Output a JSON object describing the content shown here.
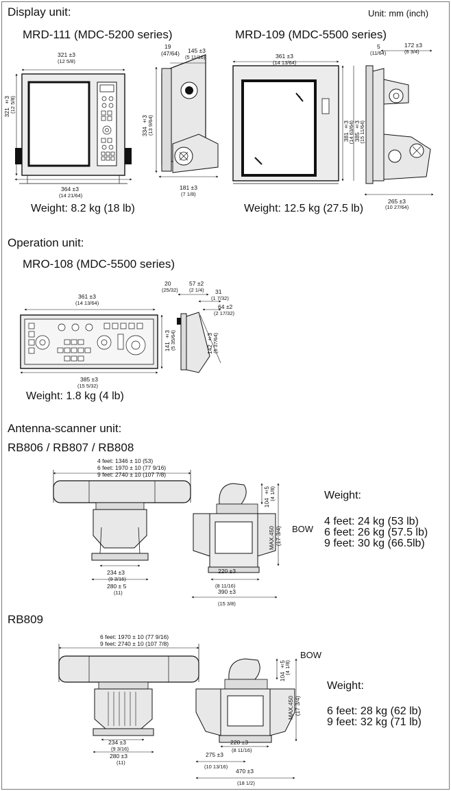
{
  "header": {
    "title": "Display unit:",
    "unit_note": "Unit: mm (inch)"
  },
  "display_unit": {
    "mrd111": {
      "model": "MRD-111 (MDC-5200 series)",
      "width_top": "321 ±3",
      "width_top_in": "(12 5/8)",
      "height_left": "321 ±3",
      "height_left_in": "(12 5/8)",
      "width_bottom": "364 ±3",
      "width_bottom_in": "(14 21/64)",
      "side_top": "19",
      "side_top_in": "(47/64)",
      "side_depth": "145 ±3",
      "side_depth_in": "(5 11/16)",
      "side_height": "334 ±3",
      "side_height_in": "(13 9/64)",
      "side_bottom": "181 ±3",
      "side_bottom_in": "(7 1/8)",
      "weight": "Weight: 8.2 kg (18 lb)"
    },
    "mrd109": {
      "model": "MRD-109 (MDC-5500 series)",
      "width_top": "361 ±3",
      "width_top_in": "(14 13/64)",
      "side_top": "5",
      "side_top_in": "(11/64)",
      "side_depth": "172 ±3",
      "side_depth_in": "(6 3/4)",
      "height_a": "381 ±3",
      "height_a_in": "(14 63/64)",
      "height_b": "385 ±3",
      "height_b_in": "(15 11/64)",
      "side_bottom": "265 ±3",
      "side_bottom_in": "(10 27/64)",
      "weight": "Weight: 12.5 kg (27.5 lb)"
    }
  },
  "operation_unit": {
    "title": "Operation unit:",
    "model": "MRO-108 (MDC-5500 series)",
    "width_top": "361 ±3",
    "width_top_in": "(14 13/64)",
    "width_bottom": "385 ±3",
    "width_bottom_in": "(15 5/32)",
    "height": "141 ±3",
    "height_in": "(5 35/64)",
    "side_a": "20",
    "side_a_in": "(25/32)",
    "side_b": "57 ±2",
    "side_b_in": "(2 1/4)",
    "side_c": "31",
    "side_c_in": "(1 7/32)",
    "side_d": "64 ±2",
    "side_d_in": "(2 17/32)",
    "side_e": "142 ±3",
    "side_e_in": "(5 37/64)",
    "weight": "Weight: 1.8 kg (4 lb)"
  },
  "antenna": {
    "title": "Antenna-scanner unit:",
    "rb806": {
      "model": "RB806 / RB807 / RB808",
      "len_4": "4 feet: 1346 ± 10 (53)",
      "len_6": "6 feet: 1970 ± 10 (77 9/16)",
      "len_9": "9 feet: 2740 ± 10 (107 7/8)",
      "radome_h": "104 ±5",
      "radome_h_in": "(4 1/8)",
      "max_h": "MAX.450",
      "max_h_in": "(17 3/4)",
      "bow": "BOW",
      "base_234": "234 ±3",
      "base_234_in": "(9 3/16)",
      "base_280": "280 ± 5",
      "base_280_in": "(11)",
      "side_220": "220 ±3",
      "side_220_in": "(8 11/16)",
      "side_390": "390 ±3",
      "side_390_in": "(15 3/8)",
      "weight_title": "Weight:",
      "weights": [
        "4 feet: 24 kg (53 lb)",
        "6 feet: 26 kg (57.5 lb)",
        "9 feet: 30 kg (66.5lb)"
      ]
    },
    "rb809": {
      "model": "RB809",
      "len_6": "6 feet: 1970 ± 10 (77 9/16)",
      "len_9": "9 feet: 2740 ± 10 (107 7/8)",
      "radome_h": "104 ±5",
      "radome_h_in": "(4 1/8)",
      "max_h": "MAX.450",
      "max_h_in": "(17 3/4)",
      "bow": "BOW",
      "base_234": "234 ±3",
      "base_234_in": "(9 3/16)",
      "base_280": "280 ±3",
      "base_280_in": "(11)",
      "side_220": "220 ±3",
      "side_220_in": "(8 11/16)",
      "side_275": "275 ±3",
      "side_275_in": "(10 13/16)",
      "side_470": "470 ±3",
      "side_470_in": "(18 1/2)",
      "weight_title": "Weight:",
      "weights": [
        "6 feet: 28 kg (62 lb)",
        "9 feet: 32 kg (71 lb)"
      ]
    }
  }
}
